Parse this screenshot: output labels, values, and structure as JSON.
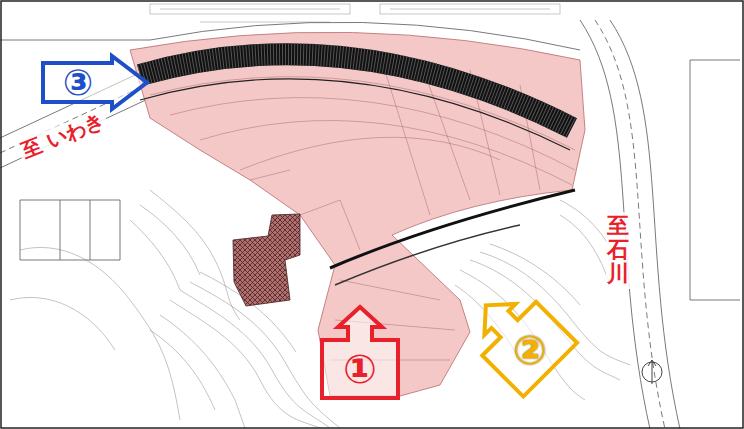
{
  "diagram": {
    "nodes": [
      {
        "text": [
          "③"
        ]
      },
      {
        "text": [
          "①"
        ]
      },
      {
        "text": [
          "②"
        ]
      }
    ],
    "labels": [
      "至 いわき",
      "至 石川"
    ]
  }
}
